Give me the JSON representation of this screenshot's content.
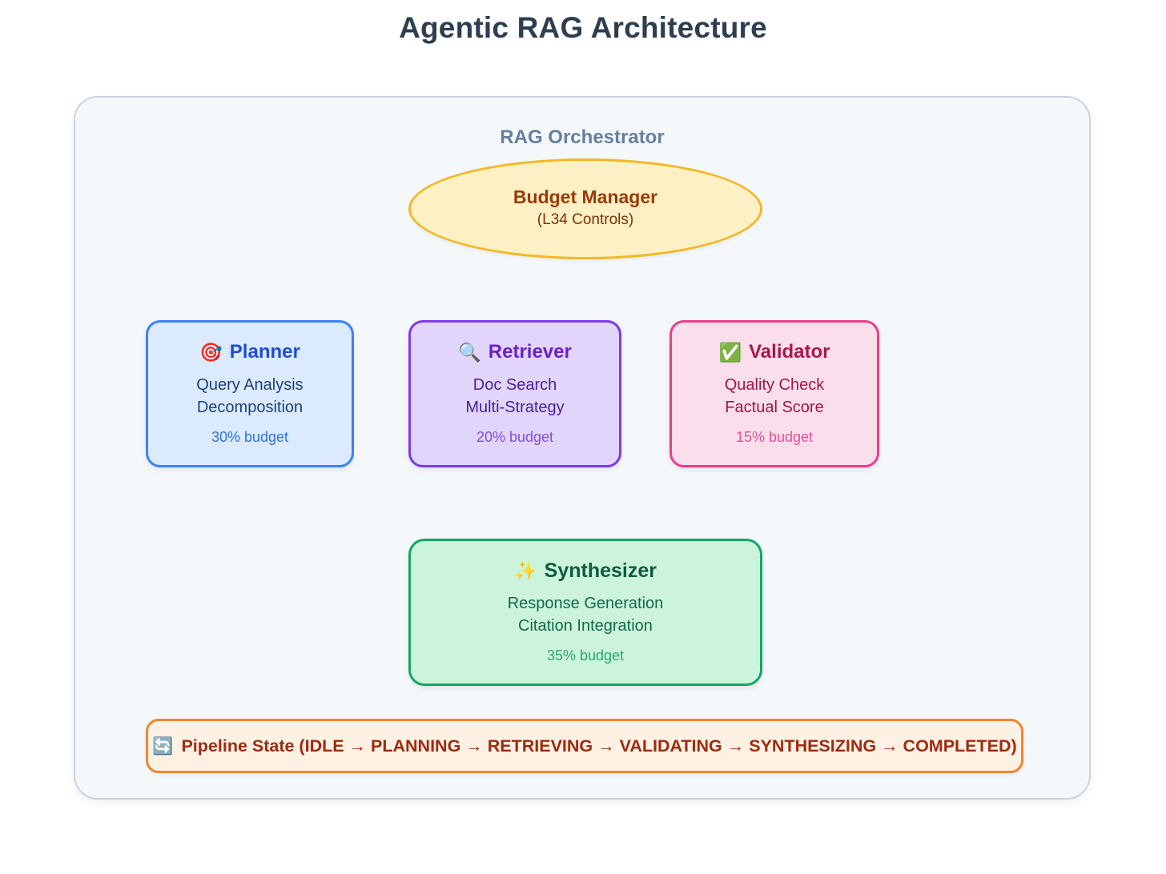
{
  "page": {
    "title": "Agentic RAG Architecture",
    "background": "#ffffff",
    "title_color": "#2d3e50"
  },
  "orchestrator": {
    "label": "RAG Orchestrator",
    "border_color": "#c8d4e0",
    "fill_color": "#f5f8fb",
    "label_color": "#64809e"
  },
  "budget_manager": {
    "title": "Budget Manager",
    "subtitle": "(L34 Controls)",
    "shape": "ellipse",
    "fill_color": "#fdf0c4",
    "border_color": "#f2b824",
    "title_color": "#9c3a08"
  },
  "agents": [
    {
      "id": "planner",
      "icon": "🎯",
      "icon_name": "target-icon",
      "title": "Planner",
      "lines": [
        "Query Analysis",
        "Decomposition"
      ],
      "budget": "30% budget",
      "fill_color": "#dceaff",
      "border_color": "#3b82f6",
      "title_color": "#1d4ed8"
    },
    {
      "id": "retriever",
      "icon": "🔍",
      "icon_name": "magnifier-icon",
      "title": "Retriever",
      "lines": [
        "Doc Search",
        "Multi-Strategy"
      ],
      "budget": "20% budget",
      "fill_color": "#e1d5fb",
      "border_color": "#7c3aed",
      "title_color": "#6b21c8"
    },
    {
      "id": "validator",
      "icon": "✅",
      "icon_name": "check-mark-icon",
      "title": "Validator",
      "lines": [
        "Quality Check",
        "Factual Score"
      ],
      "budget": "15% budget",
      "fill_color": "#fbdeeb",
      "border_color": "#ec3d8a",
      "title_color": "#a8184b"
    },
    {
      "id": "synthesizer",
      "icon": "✨",
      "icon_name": "sparkles-icon",
      "title": "Synthesizer",
      "lines": [
        "Response Generation",
        "Citation Integration"
      ],
      "budget": "35% budget",
      "fill_color": "#ccf3dc",
      "border_color": "#12a765",
      "title_color": "#0c5c3b"
    }
  ],
  "pipeline_state": {
    "icon": "🔄",
    "icon_name": "refresh-icon",
    "text": "Pipeline State (IDLE → PLANNING → RETRIEVING → VALIDATING → SYNTHESIZING → COMPLETED)",
    "states": [
      "IDLE",
      "PLANNING",
      "RETRIEVING",
      "VALIDATING",
      "SYNTHESIZING",
      "COMPLETED"
    ],
    "fill_color": "#fdf1e4",
    "border_color": "#f0862c",
    "text_color": "#9e2b10"
  },
  "edges": {
    "style": "dashed",
    "color": "#5a6e85",
    "connections": [
      {
        "from": "Budget Manager",
        "to": "Planner"
      },
      {
        "from": "Budget Manager",
        "to": "Retriever"
      },
      {
        "from": "Budget Manager",
        "to": "Validator"
      },
      {
        "from": "Budget Manager",
        "to": "Synthesizer"
      }
    ]
  }
}
